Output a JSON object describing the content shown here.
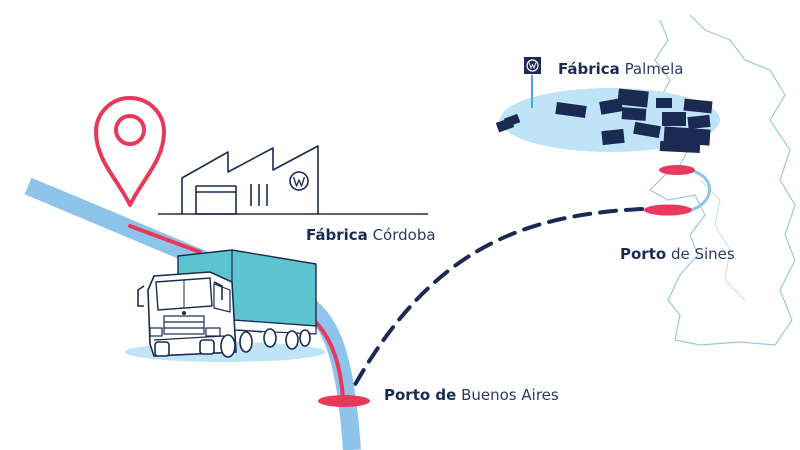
{
  "locations": {
    "cordoba": {
      "bold": "Fábrica",
      "rest": "Córdoba"
    },
    "palmela": {
      "bold": "Fábrica",
      "rest": "Palmela"
    },
    "sines": {
      "bold": "Porto",
      "rest": "de Sines"
    },
    "buenos_aires": {
      "bold": "Porto de",
      "rest": "Buenos Aires"
    }
  },
  "brand": {
    "logo": "VW"
  },
  "colors": {
    "navy": "#1a2a52",
    "river": "#8ec3ea",
    "route_red": "#e8395a",
    "truck_cargo": "#5cc4cc",
    "palmela_area": "#bfe3f7"
  }
}
